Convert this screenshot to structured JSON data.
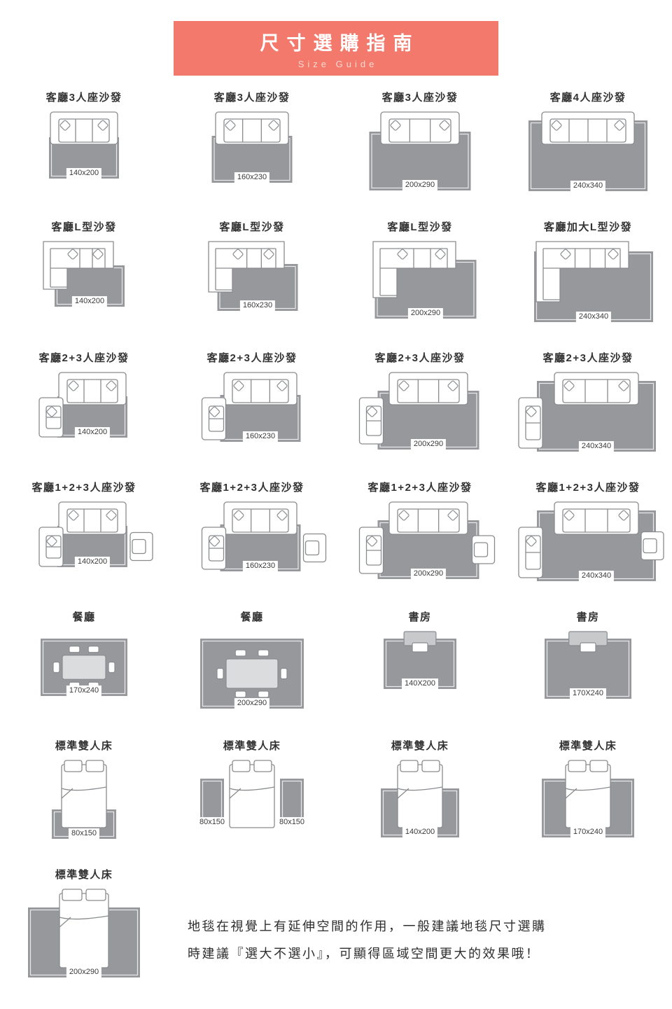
{
  "header": {
    "title": "尺寸選購指南",
    "subtitle": "Size Guide"
  },
  "colors": {
    "accent": "#F2796B",
    "rug": "#96989B",
    "rug_inner_line": "#FFFFFF",
    "line": "#898C8F",
    "table_fill": "#DBDCDD",
    "desk_fill": "#C7C9CB",
    "text": "#333333"
  },
  "rows": [
    {
      "cells": [
        {
          "title": "客廳3人座沙發",
          "size": "140x200",
          "type": "sofa3"
        },
        {
          "title": "客廳3人座沙發",
          "size": "160x230",
          "type": "sofa3"
        },
        {
          "title": "客廳3人座沙發",
          "size": "200x290",
          "type": "sofa3"
        },
        {
          "title": "客廳4人座沙發",
          "size": "240x340",
          "type": "sofa4"
        }
      ]
    },
    {
      "cells": [
        {
          "title": "客廳L型沙發",
          "size": "140x200",
          "type": "sofaL"
        },
        {
          "title": "客廳L型沙發",
          "size": "160x230",
          "type": "sofaL"
        },
        {
          "title": "客廳L型沙發",
          "size": "200x290",
          "type": "sofaL"
        },
        {
          "title": "客廳加大L型沙發",
          "size": "240x340",
          "type": "sofaL"
        }
      ]
    },
    {
      "cells": [
        {
          "title": "客廳2+3人座沙發",
          "size": "140x200",
          "type": "sofa23"
        },
        {
          "title": "客廳2+3人座沙發",
          "size": "160x230",
          "type": "sofa23"
        },
        {
          "title": "客廳2+3人座沙發",
          "size": "200x290",
          "type": "sofa23"
        },
        {
          "title": "客廳2+3人座沙發",
          "size": "240x340",
          "type": "sofa23"
        }
      ]
    },
    {
      "cells": [
        {
          "title": "客廳1+2+3人座沙發",
          "size": "140x200",
          "type": "sofa123"
        },
        {
          "title": "客廳1+2+3人座沙發",
          "size": "160x230",
          "type": "sofa123"
        },
        {
          "title": "客廳1+2+3人座沙發",
          "size": "200x290",
          "type": "sofa123"
        },
        {
          "title": "客廳1+2+3人座沙發",
          "size": "240x340",
          "type": "sofa123"
        }
      ]
    },
    {
      "cells": [
        {
          "title": "餐廳",
          "size": "170x240",
          "type": "dining"
        },
        {
          "title": "餐廳",
          "size": "200x290",
          "type": "dining"
        },
        {
          "title": "書房",
          "size": "140X200",
          "type": "study"
        },
        {
          "title": "書房",
          "size": "170X240",
          "type": "study"
        }
      ]
    },
    {
      "cells": [
        {
          "title": "標準雙人床",
          "size": "80x150",
          "type": "bedFoot"
        },
        {
          "title": "標準雙人床",
          "sizes": [
            "80x150",
            "80x150"
          ],
          "type": "bedRunners"
        },
        {
          "title": "標準雙人床",
          "size": "140x200",
          "type": "bedUnder"
        },
        {
          "title": "標準雙人床",
          "size": "170x240",
          "type": "bedUnder"
        }
      ]
    },
    {
      "cells": [
        {
          "title": "標準雙人床",
          "size": "200x290",
          "type": "bedLarge"
        }
      ],
      "note": {
        "line1": "地毯在視覺上有延伸空間的作用，一般建議地毯尺寸選購",
        "line2": "時建議『選大不選小』，可顯得區域空間更大的效果哦！"
      }
    }
  ]
}
